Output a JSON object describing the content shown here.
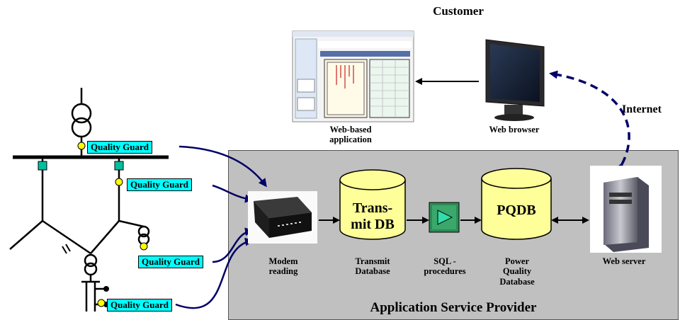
{
  "title_customer": "Customer",
  "label_internet": "Internet",
  "web_app": {
    "caption_line1": "Web-based",
    "caption_line2": "application"
  },
  "web_browser_label": "Web browser",
  "asp_title": "Application Service Provider",
  "modem": {
    "line1": "Modem",
    "line2": "reading"
  },
  "transmit_db": {
    "name_line1": "Trans-",
    "name_line2": "mit DB",
    "caption_line1": "Transmit",
    "caption_line2": "Database"
  },
  "sql": {
    "line1": "SQL -",
    "line2": "procedures"
  },
  "pqdb": {
    "name": "PQDB",
    "caption_line1": "Power",
    "caption_line2": "Quality",
    "caption_line3": "Database"
  },
  "web_server_label": "Web server",
  "quality_guards": [
    "Quality Guard",
    "Quality Guard",
    "Quality Guard",
    "Quality Guard"
  ],
  "colors": {
    "asp_bg": "#c0c0c0",
    "tag_bg": "#00ffff",
    "cylinder": "#ffff99",
    "node_yellow": "#ffff00",
    "node_green": "#00c0a0",
    "arrow_navy": "#000066",
    "sql_box": "#339966"
  }
}
